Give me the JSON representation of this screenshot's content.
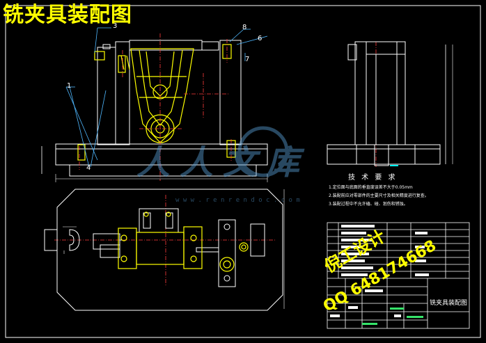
{
  "title": "铣夹具装配图",
  "watermark": {
    "line1": "倪工设计",
    "line2": "QQ 648174668",
    "logo_text": "人人文库",
    "url": "w w w . r e n r e n d o c . c o m"
  },
  "balloons": [
    "1",
    "3",
    "4",
    "6",
    "7",
    "8"
  ],
  "tech_requirements": {
    "title": "技 术 要 求",
    "items": [
      "1.定位面与底面的垂直度误差不大于0.05mm",
      "2.装配前应对零部件的主要尺寸及相关精度进行复查。",
      "3.装配过程中不允许磕、碰、划伤和锈蚀。"
    ]
  },
  "title_block": {
    "drawing_name": "铣夹具装配图"
  },
  "colors": {
    "background": "#000000",
    "outline": "#ffffff",
    "part": "#ffff00",
    "centerline": "#ff3b3b",
    "leader": "#4fb8ff",
    "watermark": "#ffff00"
  }
}
